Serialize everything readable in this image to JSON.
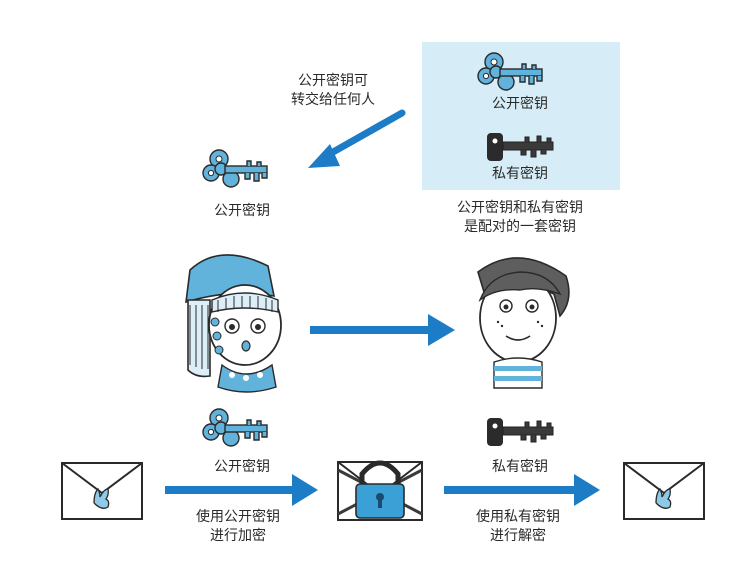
{
  "labels": {
    "public_key_transfer_line1": "公开密钥可",
    "public_key_transfer_line2": "转交给任何人",
    "box_public_key": "公开密钥",
    "box_private_key": "私有密钥",
    "left_public_key": "公开密钥",
    "pair_line1": "公开密钥和私有密钥",
    "pair_line2": "是配对的一套密钥",
    "bottom_public_key": "公开密钥",
    "bottom_private_key": "私有密钥",
    "encrypt_line1": "使用公开密钥",
    "encrypt_line2": "进行加密",
    "decrypt_line1": "使用私有密钥",
    "decrypt_line2": "进行解密"
  },
  "icons": {
    "public_key": "blue-key-icon",
    "private_key": "black-key-icon",
    "envelope": "envelope-icon",
    "locked_envelope": "padlock-envelope-icon",
    "sender": "girl-illustration",
    "receiver": "boy-illustration"
  },
  "colors": {
    "arrow_blue": "#1d7cc6",
    "key_blue": "#62b3dc",
    "private_key": "#2b2b2b",
    "highlight_box": "#d6ecf6"
  }
}
